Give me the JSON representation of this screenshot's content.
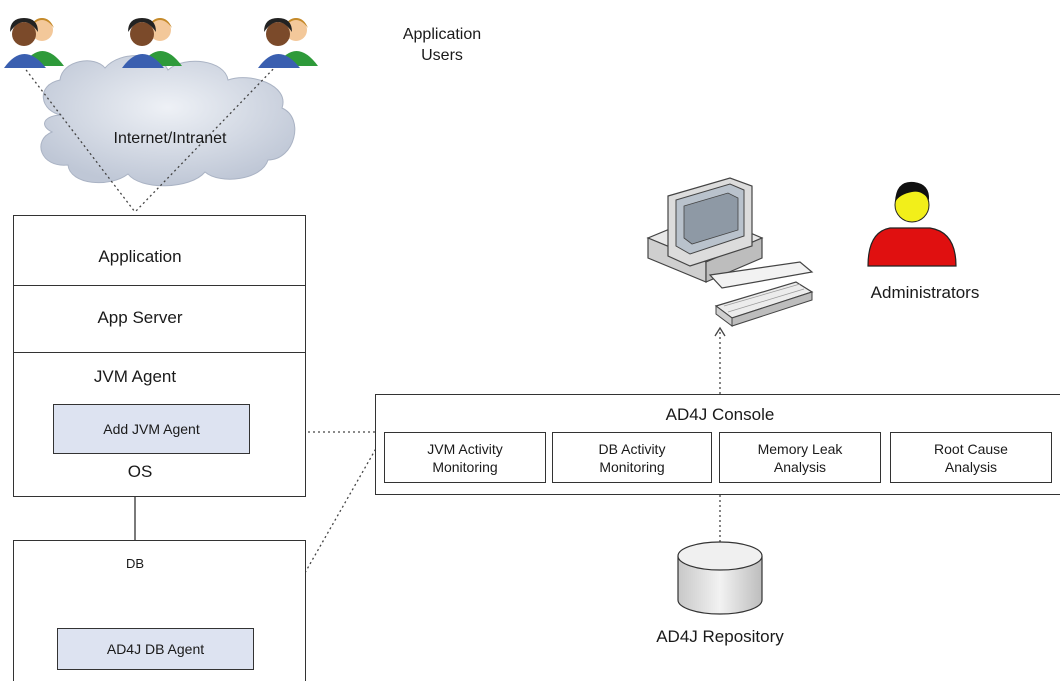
{
  "users": {
    "label": "Application\nUsers"
  },
  "network": {
    "label": "Internet/Intranet"
  },
  "stack": {
    "application": "Application",
    "app_server": "App Server",
    "jvm_agent": "JVM Agent",
    "add_jvm_agent": "Add JVM Agent",
    "os": "OS"
  },
  "database": {
    "db_label": "DB",
    "db_agent": "AD4J DB Agent"
  },
  "console": {
    "title": "AD4J Console",
    "modules": [
      "JVM Activity\nMonitoring",
      "DB Activity\nMonitoring",
      "Memory Leak\nAnalysis",
      "Root Cause\nAnalysis"
    ]
  },
  "admin": {
    "label": "Administrators"
  },
  "repository": {
    "label": "AD4J Repository"
  },
  "colors": {
    "cloud": "#c8cfdc",
    "agent_fill": "#dde3f1",
    "admin_shirt": "#e01010",
    "admin_face": "#f2ef1a",
    "user_blue": "#3a5fb0",
    "user_green": "#2e9a3a"
  },
  "icons": [
    "user-group-icon",
    "cloud-icon",
    "computer-icon",
    "administrator-icon",
    "database-icon"
  ]
}
